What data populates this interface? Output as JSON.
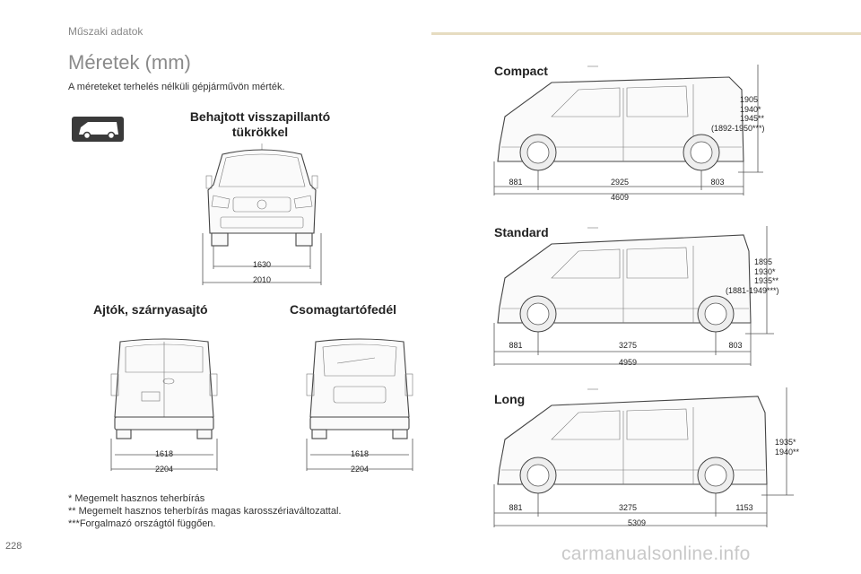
{
  "page": {
    "header": "Műszaki adatok",
    "title": "Méretek (mm)",
    "intro": "A méreteket terhelés nélküli gépjárművön mérték.",
    "page_number": "228",
    "watermark": "carmanualsonline.info"
  },
  "sections": {
    "mirrors_title": "Behajtott visszapillantó tükrökkel",
    "doors_title": "Ajtók, szárnyasajtó",
    "tailgate_title": "Csomagtartófedél"
  },
  "front_view": {
    "track_width": "1630",
    "overall_width": "2010"
  },
  "rear_doors_view": {
    "track_width": "1618",
    "overall_width": "2204"
  },
  "rear_tailgate_view": {
    "track_width": "1618",
    "overall_width": "2204"
  },
  "variants": {
    "compact": {
      "name": "Compact",
      "front_overhang": "881",
      "wheelbase": "2925",
      "rear_overhang": "803",
      "length": "4609",
      "heights": [
        "1905",
        "1940*",
        "1945**",
        "(1892-1950***)"
      ]
    },
    "standard": {
      "name": "Standard",
      "front_overhang": "881",
      "wheelbase": "3275",
      "rear_overhang": "803",
      "length": "4959",
      "heights": [
        "1895",
        "1930*",
        "1935**",
        "(1881-1949***)"
      ]
    },
    "long": {
      "name": "Long",
      "front_overhang": "881",
      "wheelbase": "3275",
      "rear_overhang": "1153",
      "length": "5309",
      "heights": [
        "1935*",
        "1940**"
      ]
    }
  },
  "notes": {
    "note1": "* Megemelt hasznos teherbírás",
    "note2": "** Megemelt hasznos teherbírás magas karosszériaváltozattal.",
    "note3": "***Forgalmazó országtól függően."
  }
}
